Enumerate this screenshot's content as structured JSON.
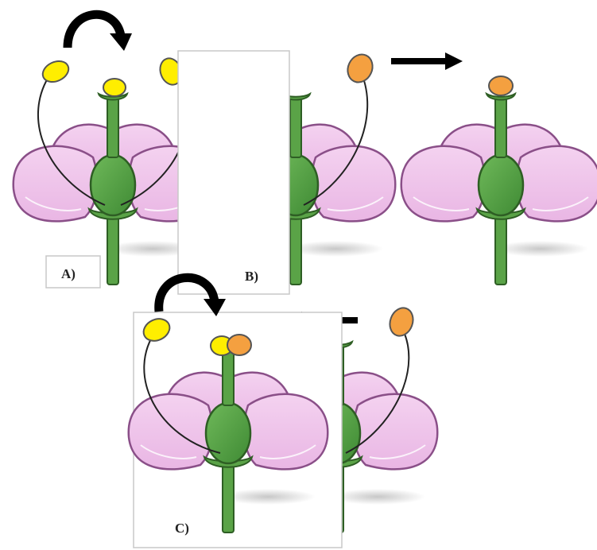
{
  "labels": {
    "a": "A)",
    "b": "B)",
    "c": "C)"
  },
  "colors": {
    "petal": "#f0c6ec",
    "petal_stroke": "#8a4f88",
    "stem": "#5aa347",
    "stem_stroke": "#2e5e24",
    "anther_self": "#ffee00",
    "anther_cross": "#f4a040",
    "arrow": "#000000",
    "frame": "#c8c8c8"
  },
  "icons": [
    "curved-arrow-icon",
    "straight-arrow-icon"
  ]
}
